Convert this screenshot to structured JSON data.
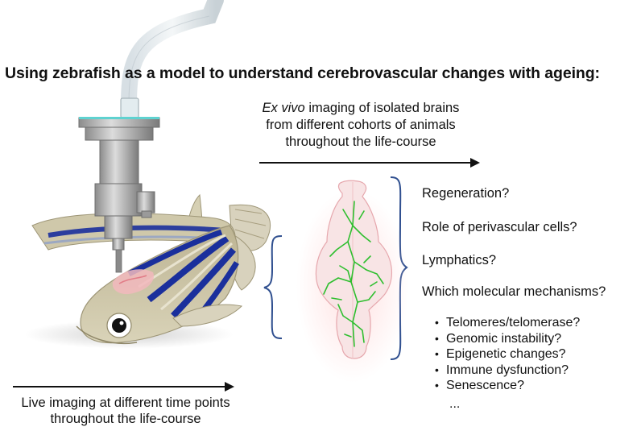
{
  "title": "Using zebrafish as a model to understand  cerebrovascular changes with ageing:",
  "ex_vivo": {
    "italic": "Ex vivo",
    "line1_rest": " imaging of isolated brains",
    "line2": "from different cohorts of animals",
    "line3": "throughout the life-course"
  },
  "live_imaging": {
    "line1": "Live imaging at different time points",
    "line2": "throughout the life-course"
  },
  "questions": [
    "Regeneration?",
    "Role of perivascular cells?",
    "Lymphatics?",
    "Which molecular mechanisms?"
  ],
  "mechanisms": [
    "Telomeres/telomerase?",
    "Genomic instability?",
    "Epigenetic changes?",
    "Immune dysfunction?",
    "Senescence?"
  ],
  "bullet_glyph": "•",
  "ellipsis": "...",
  "colors": {
    "stripe_blue": "#1a2f9c",
    "brace_blue": "#2f4f8f",
    "vessel_green": "#2fbf2f",
    "fish_body": "#c9c2a2",
    "arrow": "#111111"
  },
  "icons": [
    "microscope-objective",
    "zebrafish",
    "isolated-brain"
  ]
}
